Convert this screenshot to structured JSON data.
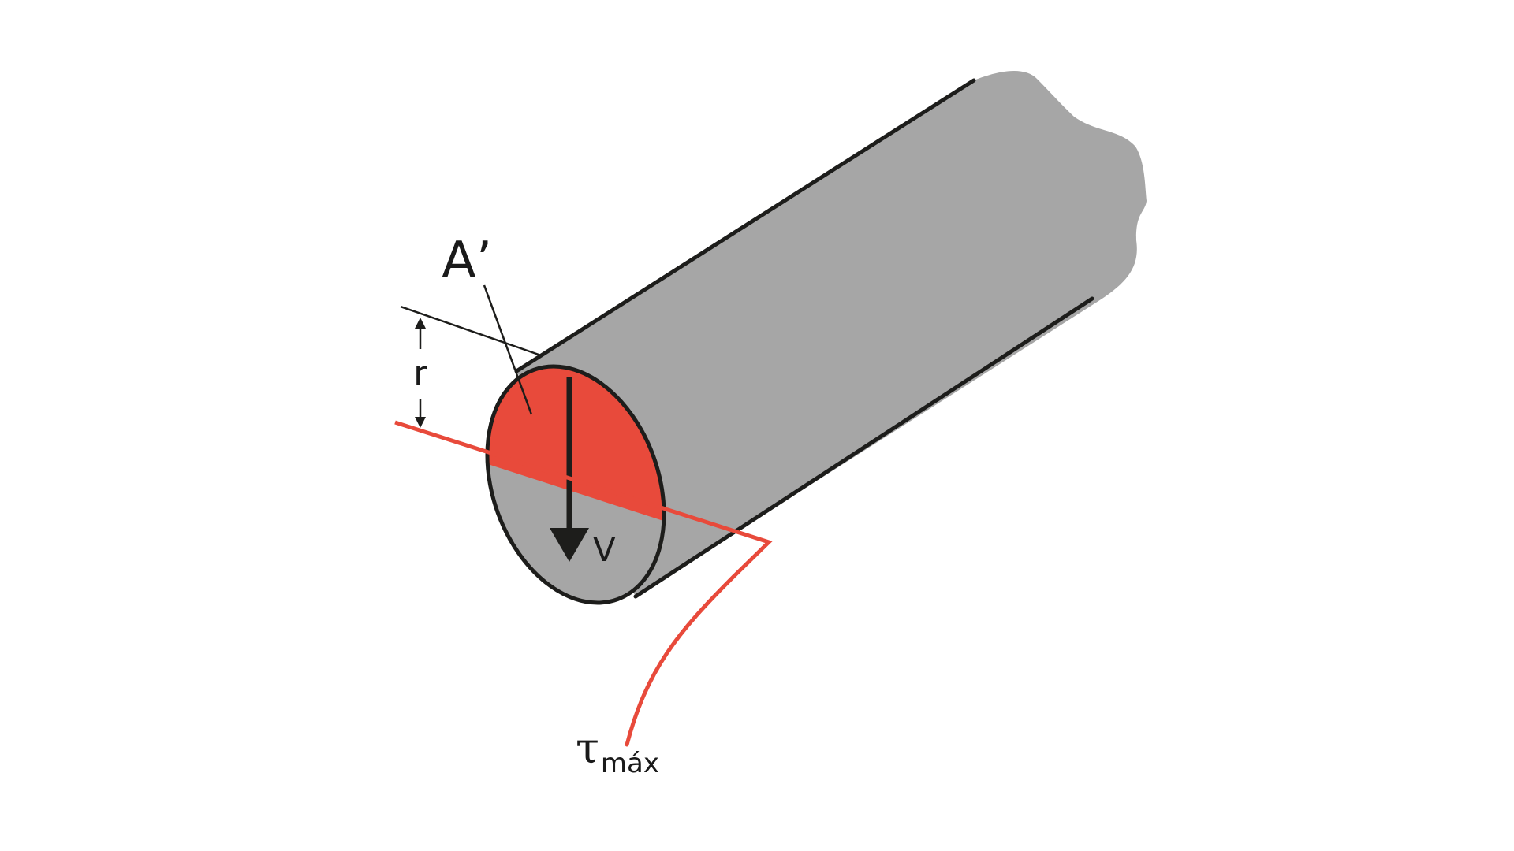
{
  "labels": {
    "area": "A’",
    "radius": "r",
    "shear_force": "V",
    "tau_symbol": "τ",
    "tau_subscript": "máx"
  },
  "colors": {
    "body": "#a6a6a6",
    "outline": "#1d1d1b",
    "highlight": "#e84a3b",
    "background": "#ffffff"
  }
}
